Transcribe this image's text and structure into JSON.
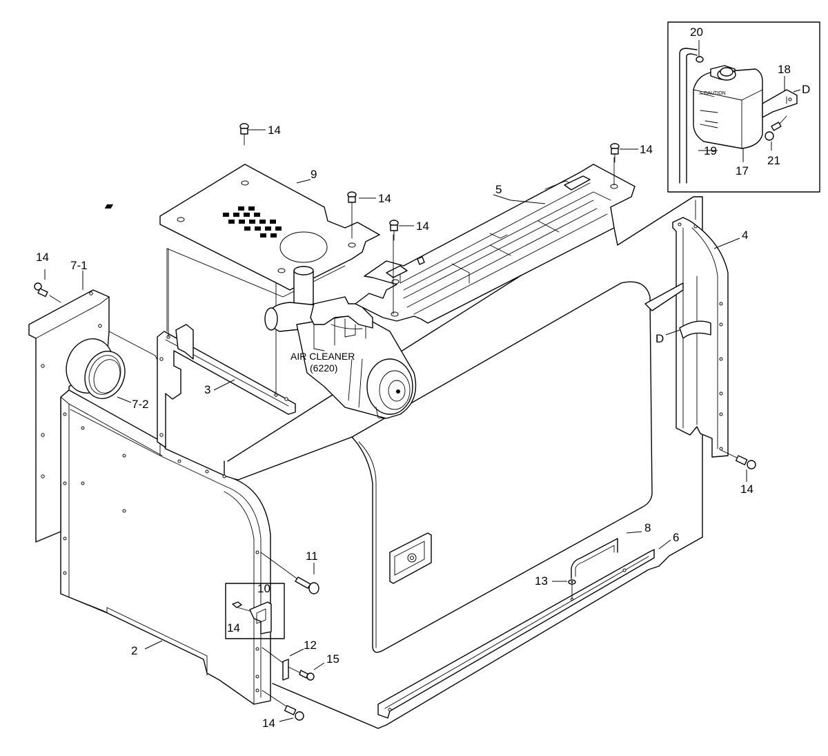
{
  "figure": {
    "part_labels": {
      "p2": "2",
      "p3": "3",
      "p4": "4",
      "p5": "5",
      "p6": "6",
      "p7_1": "7-1",
      "p7_2": "7-2",
      "p8": "8",
      "p9": "9",
      "p10": "10",
      "p11": "11",
      "p12": "12",
      "p13": "13",
      "p14": "14",
      "p15": "15",
      "p17": "17",
      "p18": "18",
      "p19": "19",
      "p20": "20",
      "p21": "21"
    },
    "view_marker": "D",
    "air_cleaner_label": "AIR CLEANER",
    "air_cleaner_ref": "(6220)"
  }
}
